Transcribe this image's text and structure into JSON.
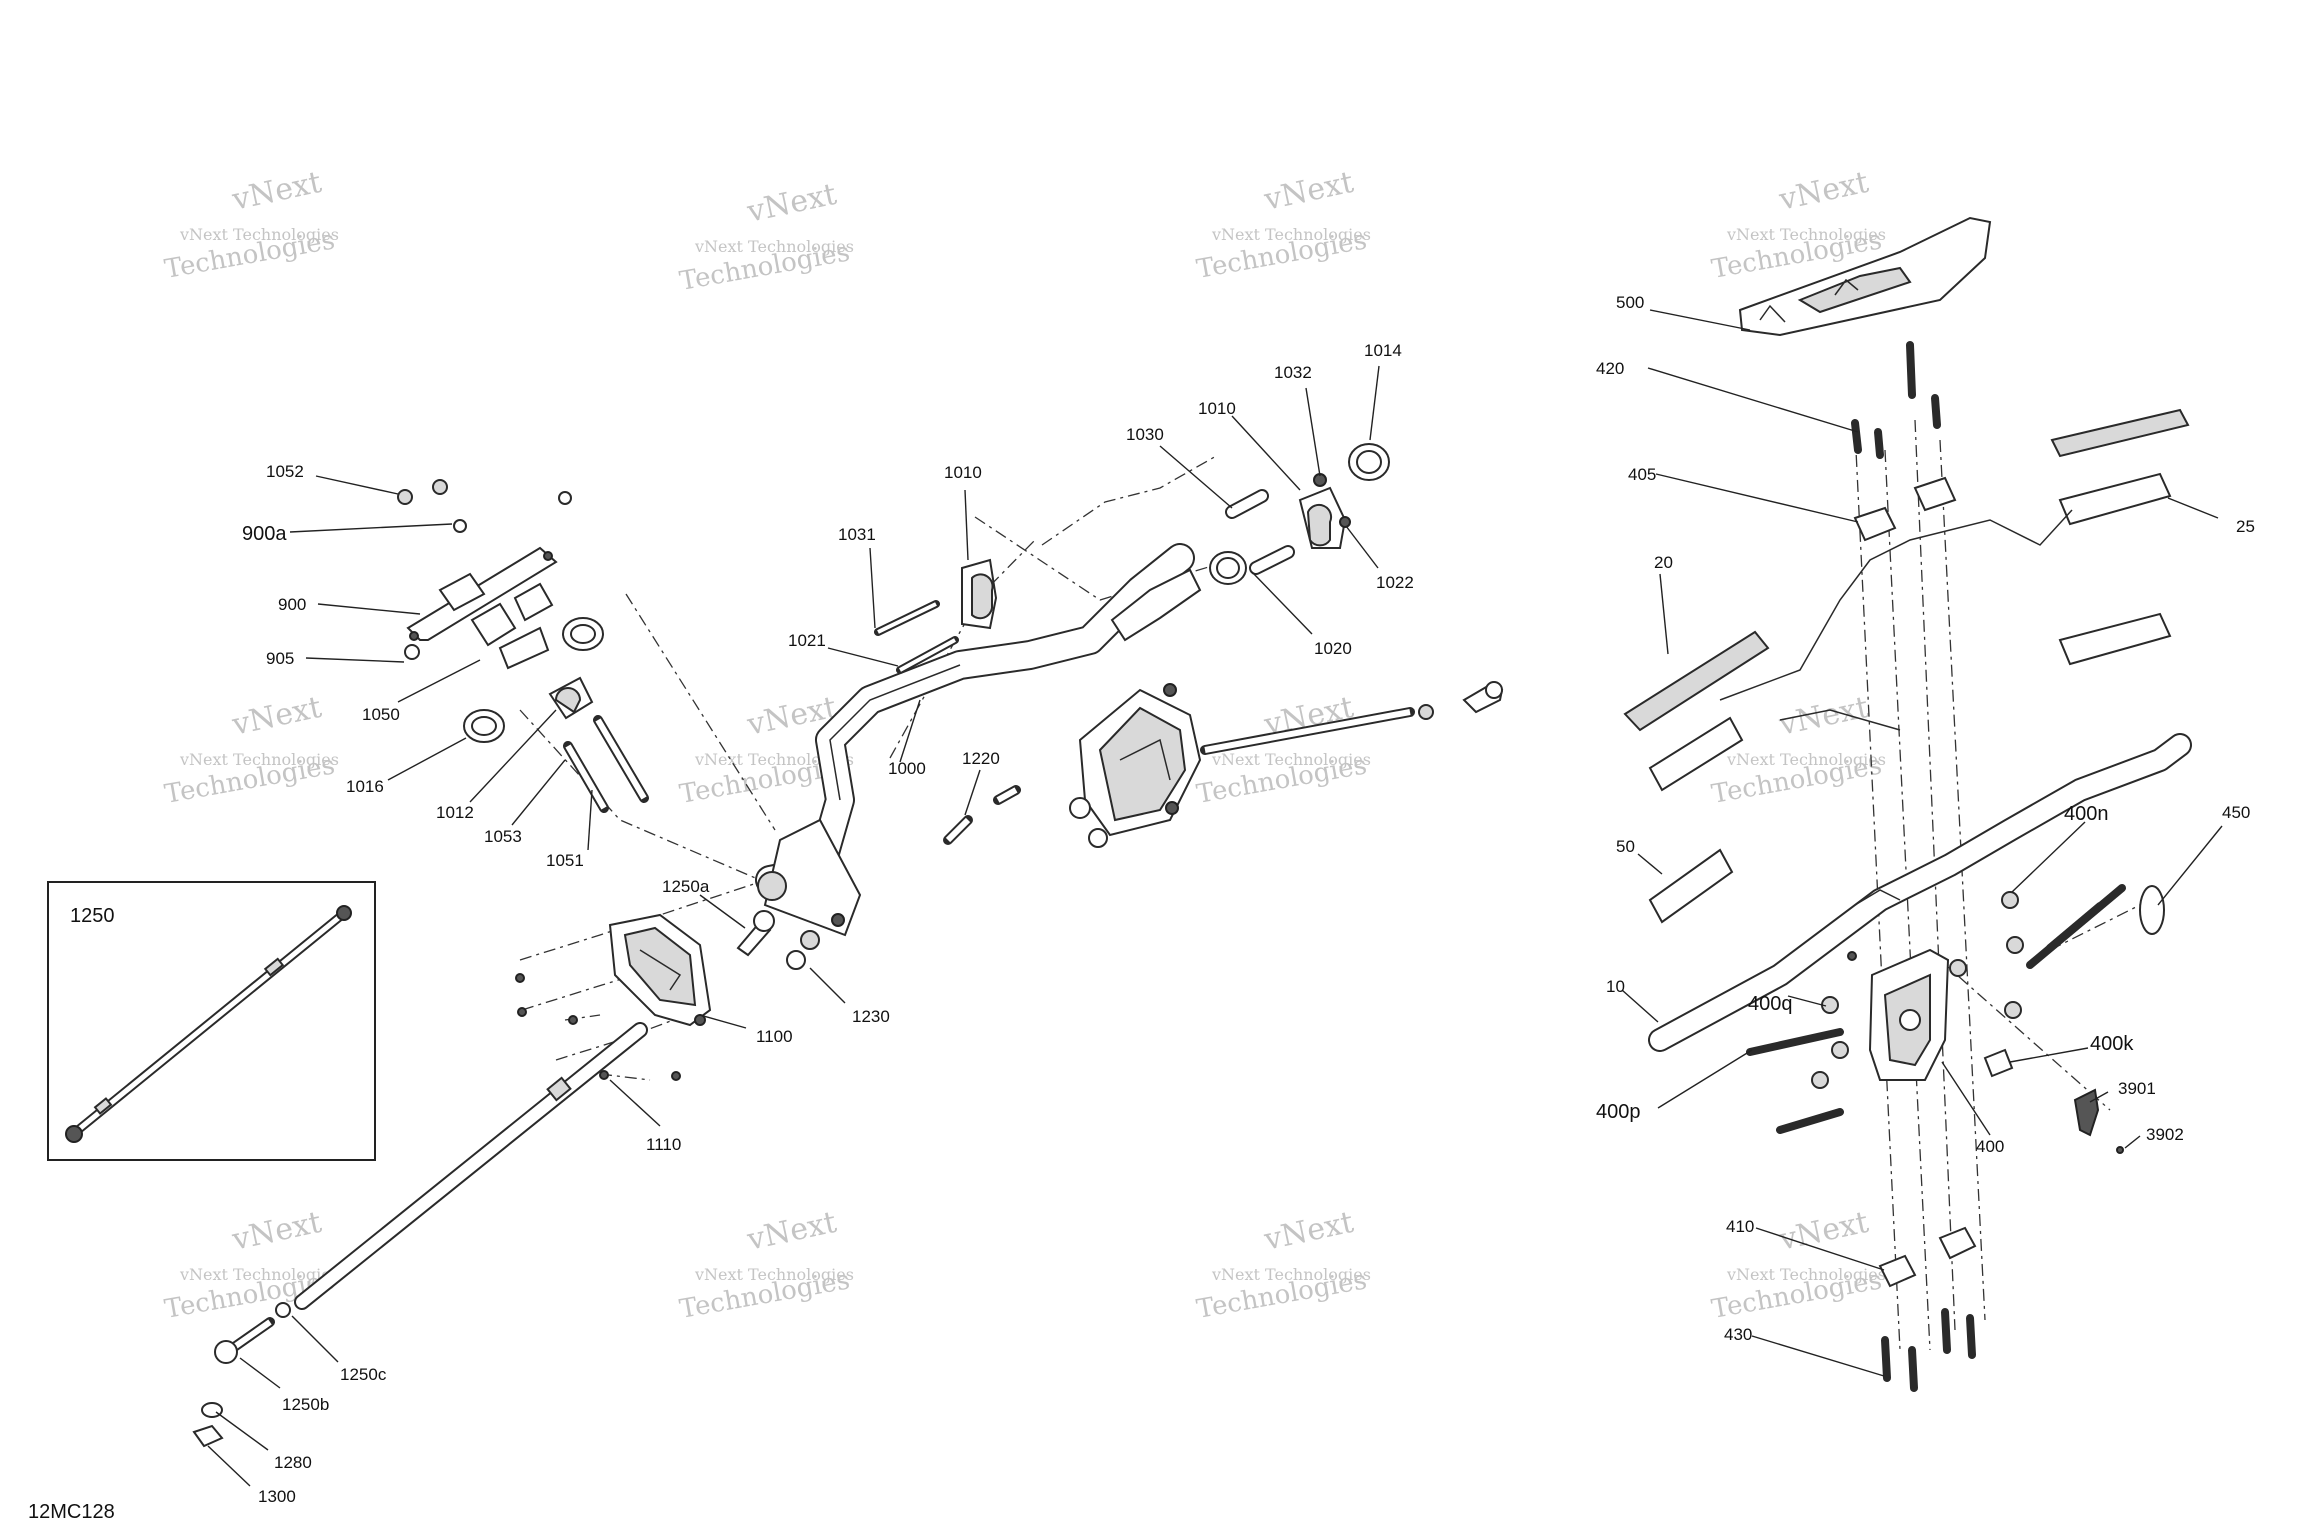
{
  "diagram": {
    "code": "12MC128",
    "inset_label": "1250",
    "watermark": {
      "line1": "vNext Technologies",
      "line2": "Technologies",
      "stamp": "vNext"
    },
    "labels": {
      "l1052": "1052",
      "l900a": "900a",
      "l900": "900",
      "l905": "905",
      "l1050": "1050",
      "l1016": "1016",
      "l1012": "1012",
      "l1053": "1053",
      "l1051": "1051",
      "l1031": "1031",
      "l1010a": "1010",
      "l1021": "1021",
      "l1000": "1000",
      "l1030": "1030",
      "l1010b": "1010",
      "l1032": "1032",
      "l1014": "1014",
      "l1022": "1022",
      "l1020": "1020",
      "l1220": "1220",
      "l1250a": "1250a",
      "l1230": "1230",
      "l1100": "1100",
      "l1110": "1110",
      "l1250c": "1250c",
      "l1250b": "1250b",
      "l1280": "1280",
      "l1300": "1300",
      "l500": "500",
      "l420": "420",
      "l405": "405",
      "l25": "25",
      "l20": "20",
      "l50": "50",
      "l10": "10",
      "l400n": "400n",
      "l450": "450",
      "l400q": "400q",
      "l400k": "400k",
      "l400p": "400p",
      "l3901": "3901",
      "l3902": "3902",
      "l400": "400",
      "l410": "410",
      "l430": "430"
    }
  }
}
